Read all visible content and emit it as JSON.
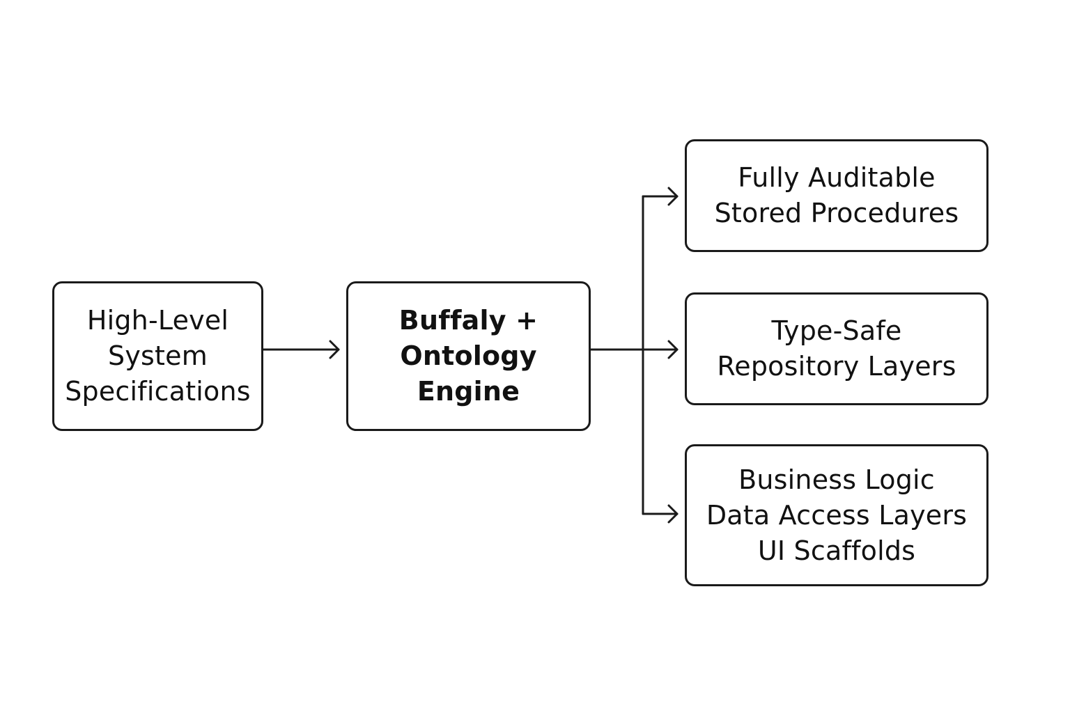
{
  "diagram": {
    "nodes": {
      "input": {
        "lines": [
          "High-Level",
          "System",
          "Specifications"
        ]
      },
      "engine": {
        "lines": [
          "Buffaly +",
          "Ontology",
          "Engine"
        ]
      },
      "outputs": [
        {
          "lines": [
            "Fully Auditable",
            "Stored Procedures"
          ]
        },
        {
          "lines": [
            "Type-Safe",
            "Repository Layers"
          ]
        },
        {
          "lines": [
            "Business Logic",
            "Data Access Layers",
            "UI Scaffolds"
          ]
        }
      ]
    },
    "edges": [
      {
        "from": "input",
        "to": "engine"
      },
      {
        "from": "engine",
        "to": "outputs.0"
      },
      {
        "from": "engine",
        "to": "outputs.1"
      },
      {
        "from": "engine",
        "to": "outputs.2"
      }
    ],
    "colors": {
      "stroke": "#1a1a1a",
      "background": "#ffffff",
      "text": "#111111"
    }
  }
}
